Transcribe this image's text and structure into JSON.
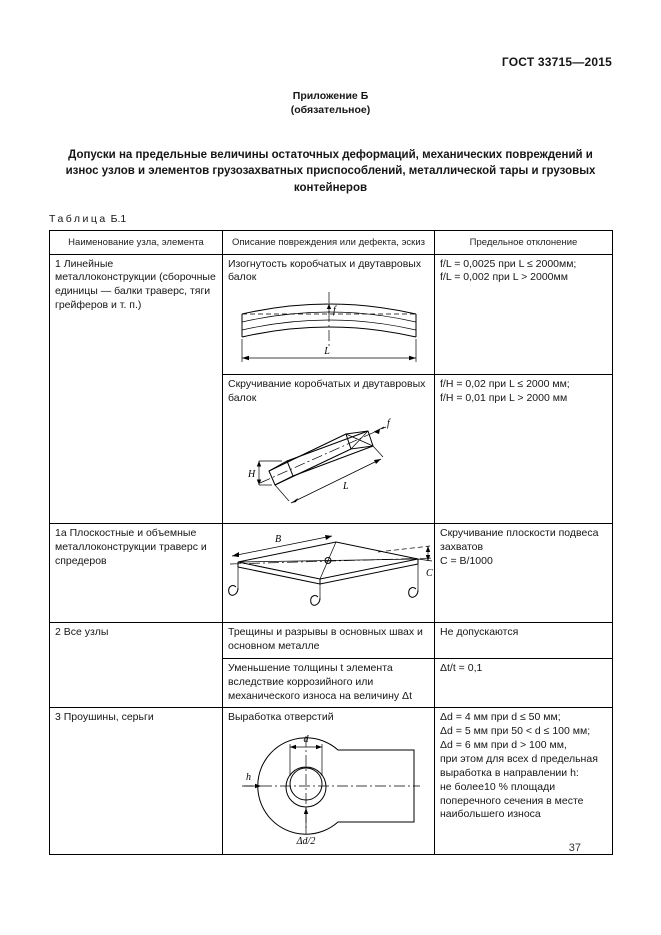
{
  "page": {
    "doc_number": "ГОСТ 33715—2015",
    "appendix_line1": "Приложение Б",
    "appendix_line2": "(обязательное)",
    "title": "Допуски на предельные величины остаточных деформаций, механических повреждений и износ узлов и элементов грузозахватных приспособлений, металлической тары и грузовых контейнеров",
    "table_label_word": "Таблица",
    "table_label_num": "Б.1",
    "page_number": "37"
  },
  "table": {
    "headers": {
      "col1": "Наименование узла, элемента",
      "col2": "Описание повреждения или дефекта, эскиз",
      "col3": "Предельное отклонение"
    },
    "row1": {
      "name": "1 Линейные металлоконструкции (сборочные единицы — балки траверс, тяги грейферов и т. п.)",
      "desc_a": "Изогнутость коробчатых и двутавровых балок",
      "dev_a1": "f/L = 0,0025 при L ≤ 2000мм;",
      "dev_a2": "f/L = 0,002 при L > 2000мм",
      "desc_b": "Скручивание коробчатых и двутавровых балок",
      "dev_b1": "f/H = 0,02 при L ≤ 2000 мм;",
      "dev_b2": "f/H = 0,01 при L > 2000 мм"
    },
    "row2": {
      "name": "1а Плоскостные и объемные металлоконструкции траверс и спредеров",
      "dev1": "Скручивание плоскости подвеса захватов",
      "dev2": "C = B/1000"
    },
    "row3": {
      "name": "2 Все узлы",
      "desc_a": "Трещины и разрывы в основных швах и основном металле",
      "dev_a": "Не допускаются",
      "desc_b": "Уменьшение толщины t элемента вследствие коррозийного или механического износа на величину Δt",
      "dev_b": "Δt/t = 0,1"
    },
    "row4": {
      "name": "3 Проушины, серьги",
      "desc": "Выработка отверстий",
      "dev_lines": [
        "Δd = 4 мм при d ≤ 50 мм;",
        "Δd = 5 мм при 50 < d ≤ 100 мм;",
        "Δd = 6 мм при d > 100 мм,",
        "при этом для всех d предельная выработка в направлении h:",
        "не более10 % площади поперечного сечения в месте наибольшего износа"
      ]
    }
  },
  "sketch_labels": {
    "L": "L",
    "f": "f",
    "H": "H",
    "B": "B",
    "C": "C",
    "d": "d",
    "h": "h",
    "dd2": "Δd/2"
  }
}
